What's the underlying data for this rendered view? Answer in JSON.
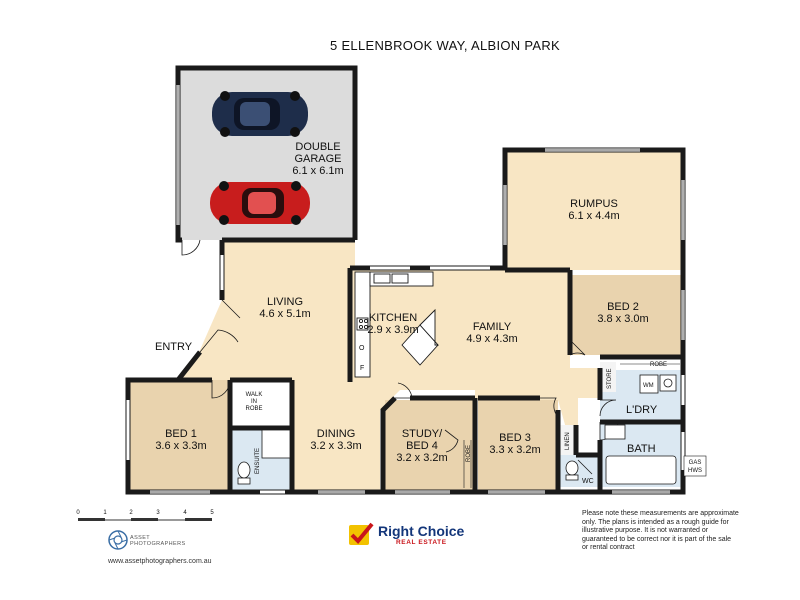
{
  "title": "5 ELLENBROOK WAY, ALBION PARK",
  "rooms": {
    "garage": {
      "line1": "DOUBLE",
      "line2": "GARAGE",
      "dims": "6.1 x 6.1m"
    },
    "rumpus": {
      "name": "RUMPUS",
      "dims": "6.1 x 4.4m"
    },
    "living": {
      "name": "LIVING",
      "dims": "4.6 x 5.1m"
    },
    "kitchen": {
      "name": "KITCHEN",
      "dims": "2.9 x 3.9m"
    },
    "family": {
      "name": "FAMILY",
      "dims": "4.9 x 4.3m"
    },
    "bed2": {
      "name": "BED 2",
      "dims": "3.8 x 3.0m"
    },
    "bed1": {
      "name": "BED 1",
      "dims": "3.6 x 3.3m"
    },
    "dining": {
      "name": "DINING",
      "dims": "3.2 x 3.3m"
    },
    "study": {
      "line1": "STUDY/",
      "line2": "BED 4",
      "dims": "3.2 x 3.2m"
    },
    "bed3": {
      "name": "BED 3",
      "dims": "3.3 x 3.2m"
    }
  },
  "small_labels": {
    "entry": "ENTRY",
    "walk_in_1": "WALK",
    "walk_in_2": "IN",
    "walk_in_3": "ROBE",
    "ensuite": "ENSUITE",
    "robe_study": "ROBE",
    "linen": "LINEN",
    "wc": "WC",
    "store": "STORE",
    "wm": "WM",
    "laundry": "L'DRY",
    "bath": "BATH",
    "robe_bed2": "ROBE",
    "gas": "GAS",
    "hws": "HWS",
    "oven": "O",
    "fridge": "F"
  },
  "scale": {
    "ticks": [
      "0",
      "1",
      "2",
      "3",
      "4",
      "5"
    ]
  },
  "photographer": {
    "line1": "ASSET",
    "line2": "PHOTOGRAPHERS",
    "url": "www.assetphotographers.com.au"
  },
  "brand": {
    "name": "Right Choice",
    "sub": "REAL ESTATE",
    "colors": {
      "blue": "#13367a",
      "red": "#c9151b",
      "yellow": "#f2c200"
    }
  },
  "disclaimer": [
    "Please note these measurements are approximate",
    "only. The plans is intended as a rough guide for",
    "illustrative purpose. It is not warranted or",
    "guaranteed to be correct nor it is part of the sale",
    "or rental contract"
  ],
  "colors": {
    "floor_warm": "#f8e6c4",
    "floor_bed": "#e9d3ae",
    "floor_garage": "#dcdcdc",
    "wet": "#dbe8f2",
    "wall": "#1a1a1a"
  }
}
